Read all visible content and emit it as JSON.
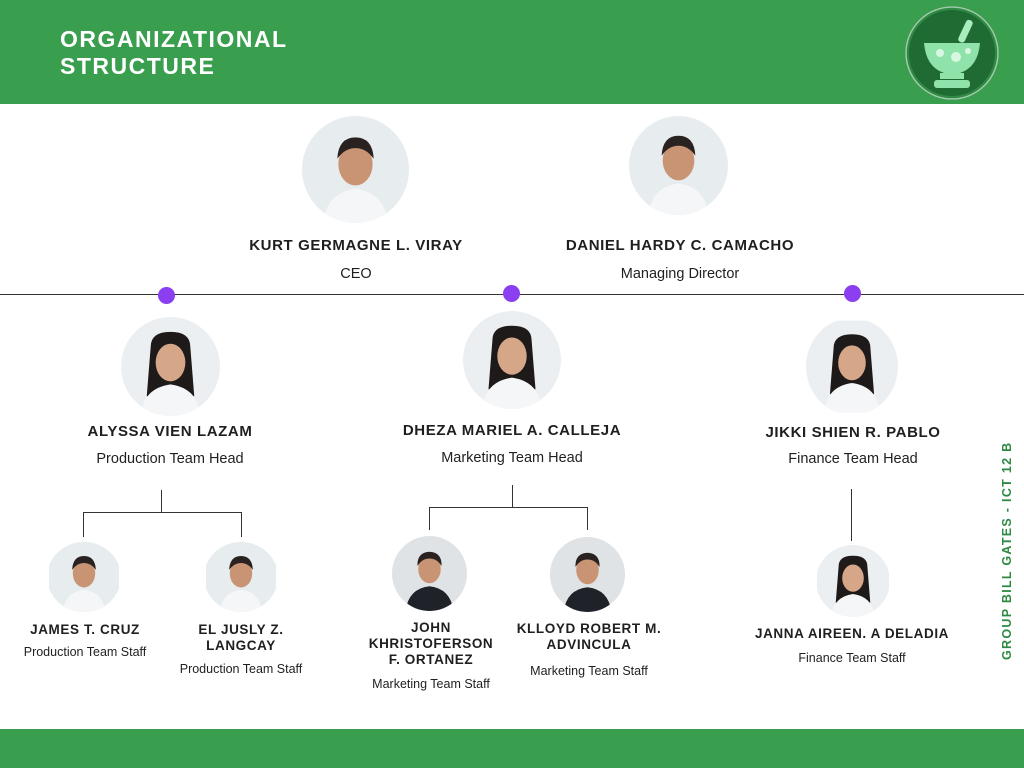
{
  "title": "ORGANIZATIONAL STRUCTURE",
  "side_label": "GROUP BILL GATES - ICT 12 B",
  "colors": {
    "accent": "#3a9e4f",
    "node_dot": "#8b3ff0",
    "line": "#333333"
  },
  "logo": {
    "icon": "mortar-pestle-icon"
  },
  "executives": [
    {
      "name": "KURT GERMAGNE L. VIRAY",
      "role": "CEO"
    },
    {
      "name": "DANIEL HARDY C. CAMACHO",
      "role": "Managing Director"
    }
  ],
  "heads": [
    {
      "name": "ALYSSA VIEN LAZAM",
      "role": "Production Team Head"
    },
    {
      "name": "DHEZA MARIEL A. CALLEJA",
      "role": "Marketing Team Head"
    },
    {
      "name": "JIKKI SHIEN R. PABLO",
      "role": "Finance Team Head"
    }
  ],
  "staff": [
    {
      "name": "JAMES T. CRUZ",
      "role": "Production Team Staff"
    },
    {
      "name": "EL JUSLY Z. LANGCAY",
      "role": "Production Team Staff"
    },
    {
      "name": "JOHN KHRISTOFERSON F. ORTANEZ",
      "role": "Marketing Team Staff"
    },
    {
      "name": "KLLOYD ROBERT M. ADVINCULA",
      "role": "Marketing Team Staff"
    },
    {
      "name": "JANNA AIREEN. A DELADIA",
      "role": "Finance Team Staff"
    }
  ]
}
